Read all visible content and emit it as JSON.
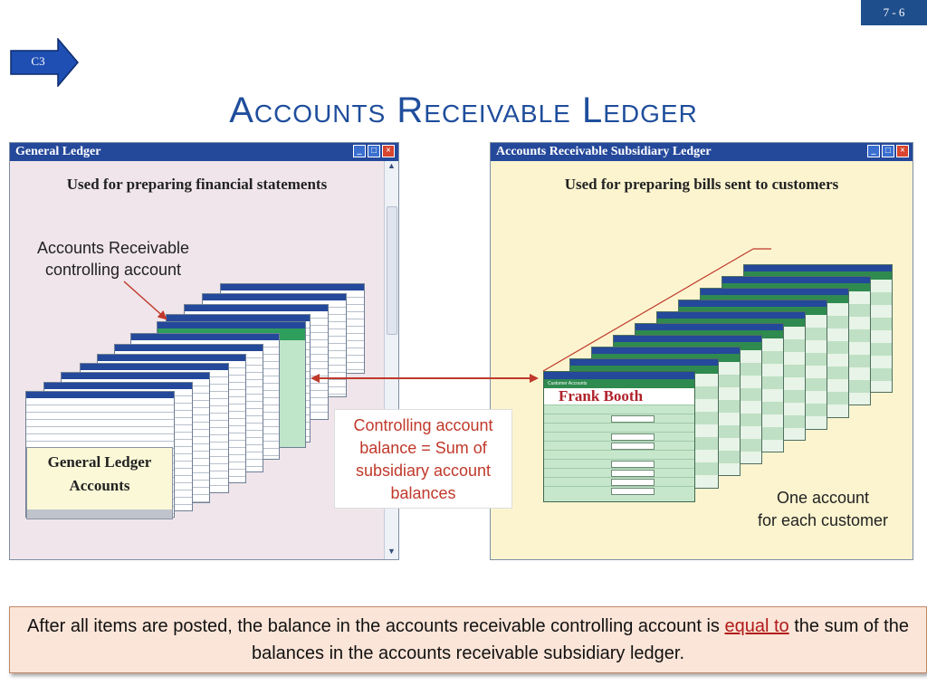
{
  "slide": {
    "page_number": "7 - 6",
    "objective_tag": "C3",
    "title": "Accounts Receivable Ledger"
  },
  "general_ledger_window": {
    "title": "General Ledger",
    "subtitle": "Used for preparing financial statements",
    "callout": [
      "Accounts Receivable",
      "controlling account"
    ],
    "stack_label": [
      "General Ledger",
      "Accounts"
    ]
  },
  "subsidiary_window": {
    "title": "Accounts Receivable Subsidiary Ledger",
    "subtitle": "Used for preparing bills sent to customers",
    "front_card_name": "Frank Booth",
    "front_card_header": "Customer Accounts",
    "callout": [
      "One account",
      "for each customer"
    ]
  },
  "center_note": [
    "Controlling account",
    "balance = Sum of",
    "subsidiary account",
    "balances"
  ],
  "footer": {
    "before": "After all items are posted, the balance in the accounts receivable controlling account is",
    "emphasis": "equal to",
    "after": " the sum of the balances in the accounts receivable subsidiary ledger."
  },
  "window_controls": [
    "minimize-icon",
    "maximize-icon",
    "close-icon"
  ],
  "colors": {
    "title_blue": "#1f4e9c",
    "titlebar": "#24489a",
    "accent_red": "#c0392b",
    "gl_bg": "#efe5ea",
    "ar_bg": "#fbf4cf",
    "footer_bg": "#fbe5d8"
  }
}
